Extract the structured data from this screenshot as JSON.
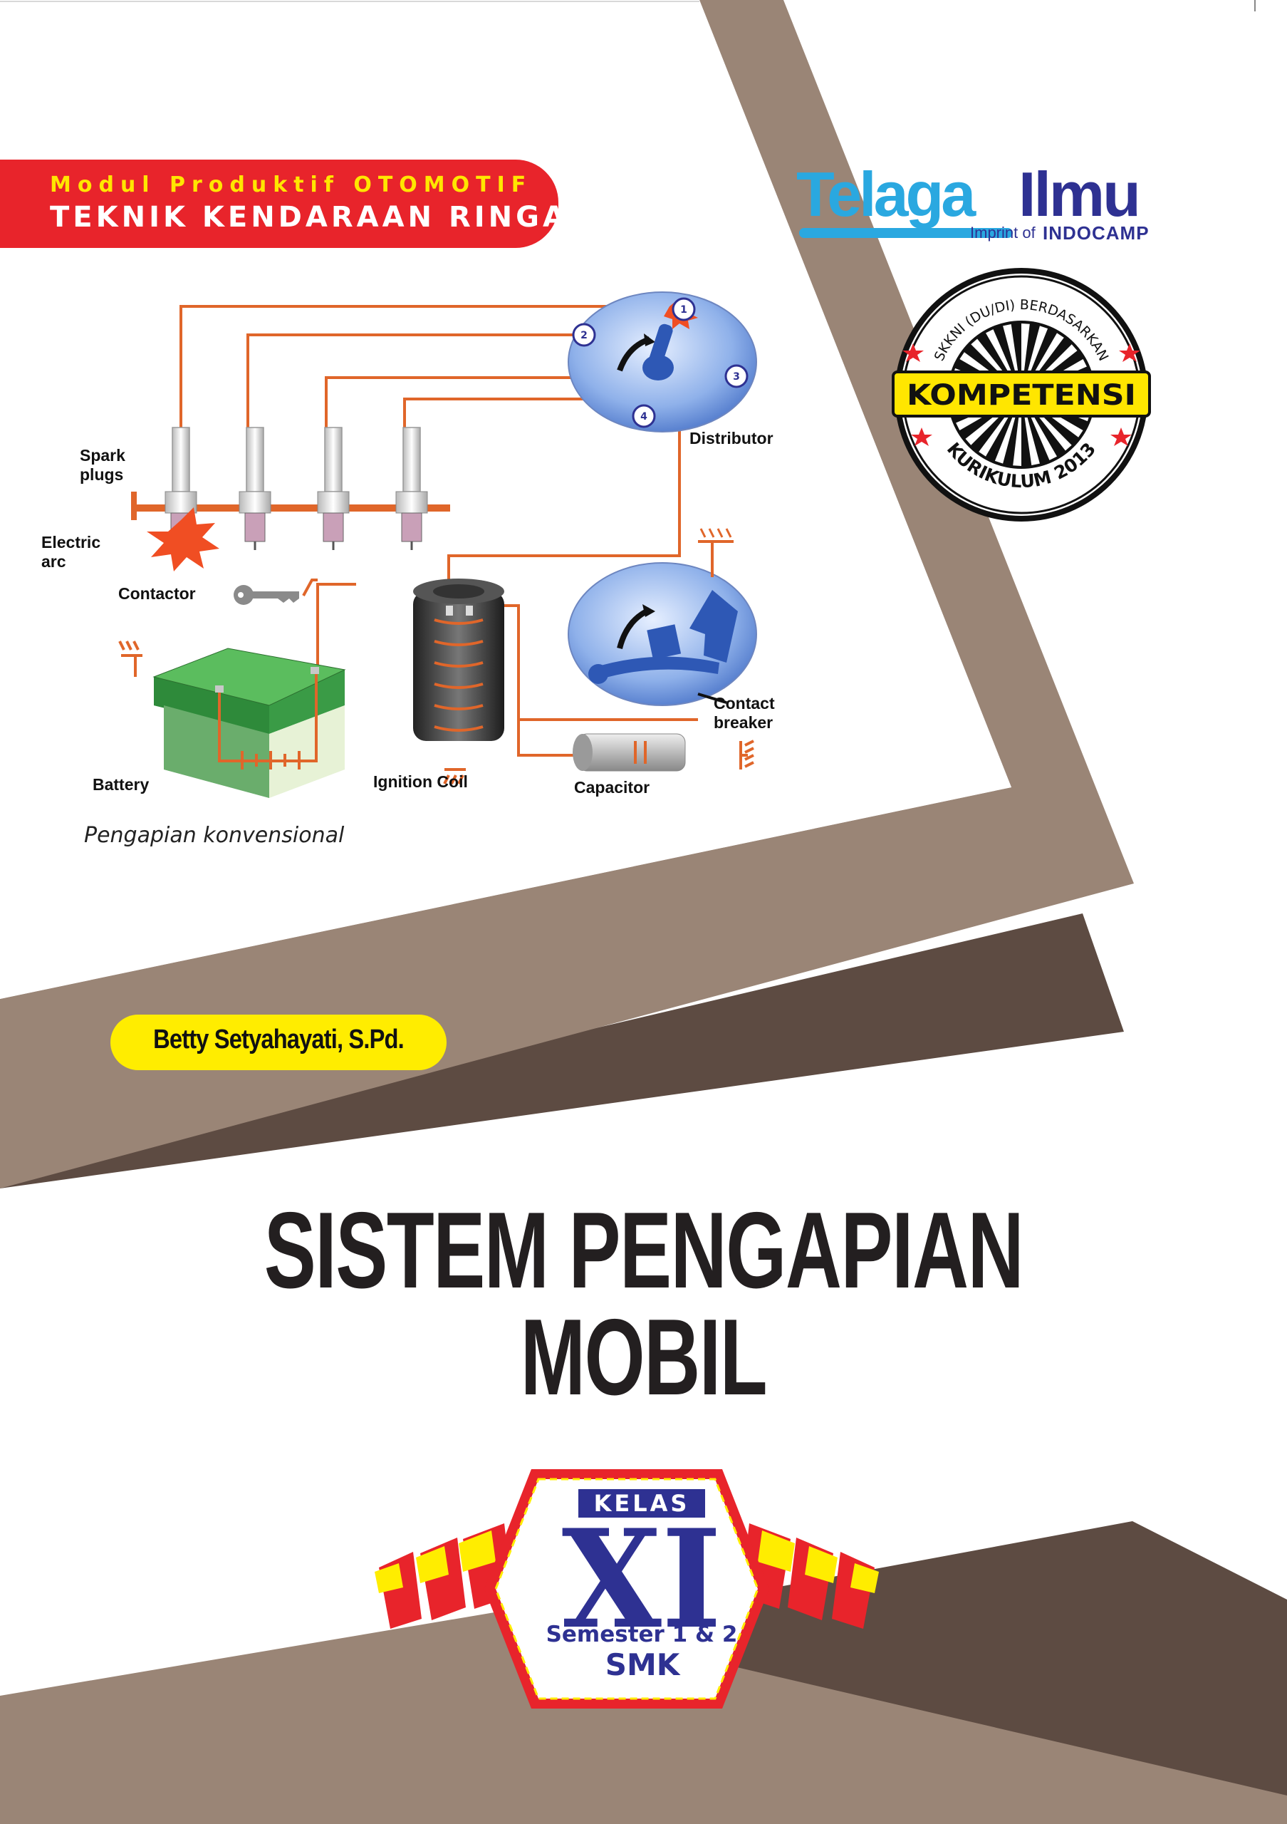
{
  "module": {
    "line1": "Modul Produktif OTOMOTIF",
    "line2": "TEKNIK KENDARAAN RINGAN"
  },
  "publisher": {
    "name_part1": "Telaga",
    "name_part2": "Ilmu",
    "imprint": "Imprint of",
    "imprint_brand": "INDOCAMP"
  },
  "seal": {
    "top_arc": "SKKNI (DU/DI) BERDASARKAN",
    "center": "KOMPETENSI",
    "bottom_arc": "KURIKULUM 2013"
  },
  "diagram": {
    "labels": {
      "spark_plugs": "Spark\nplugs",
      "electric_arc": "Electric\narc",
      "contactor": "Contactor",
      "battery": "Battery",
      "ignition_coil": "Ignition Coil",
      "capacitor": "Capacitor",
      "contact_breaker": "Contact\nbreaker",
      "distributor": "Distributor"
    },
    "distributor_numbers": [
      "1",
      "2",
      "3",
      "4"
    ],
    "caption": "Pengapian konvensional"
  },
  "author": "Betty Setyahayati, S.Pd.",
  "title": {
    "line1": "SISTEM PENGAPIAN",
    "line2": "MOBIL"
  },
  "badge": {
    "kelas": "KELAS",
    "grade": "XI",
    "semester": "Semester 1 & 2",
    "school": "SMK"
  },
  "colors": {
    "brown_light": "#9a8576",
    "brown_dark": "#5d4b42",
    "banner_red": "#e8242b",
    "banner_yellow": "#ffe600",
    "author_yellow": "#ffed00",
    "navy": "#2e3192",
    "cyan": "#2aa8e0",
    "title_black": "#231f20",
    "wire_orange": "#e0662a"
  }
}
